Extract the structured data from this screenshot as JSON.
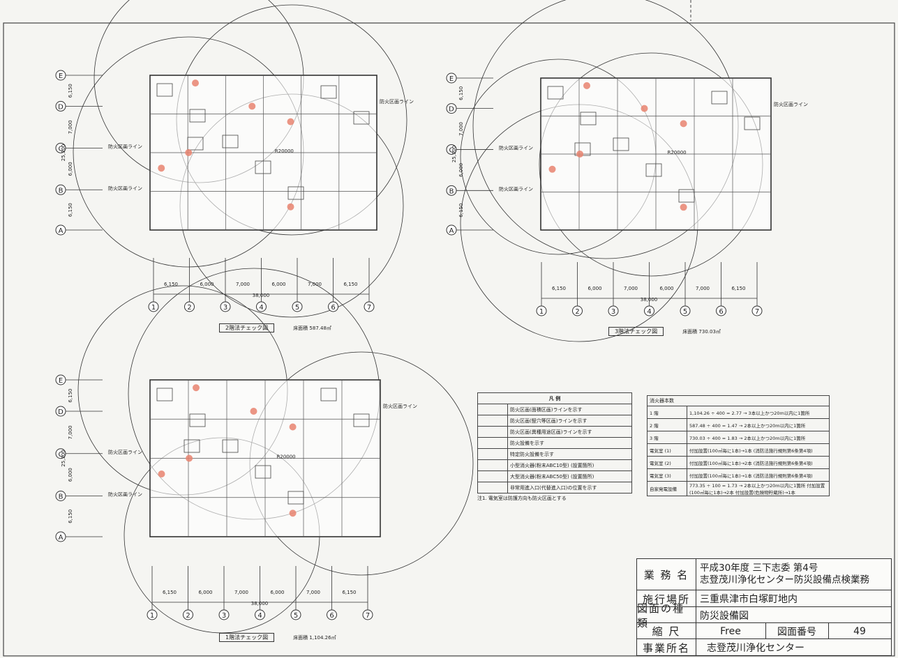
{
  "plans": [
    {
      "title": "2階法チェック図",
      "area": "床面積 587.48㎡",
      "radius": "R20000"
    },
    {
      "title": "3階法チェック図",
      "area": "床面積 730.03㎡",
      "radius": "R20000"
    },
    {
      "title": "1階法チェック図",
      "area": "床面積 1,104.26㎡",
      "radius": "R20000"
    }
  ],
  "axes": {
    "rows": [
      "E",
      "D",
      "C",
      "B",
      "A"
    ],
    "cols": [
      "1",
      "2",
      "3",
      "4",
      "5",
      "6",
      "7"
    ],
    "spans": [
      "6,150",
      "6,000",
      "7,000",
      "6,000",
      "7,000",
      "6,150"
    ],
    "total": "38,000",
    "vspans": [
      "6,150",
      "7,000",
      "6,000",
      "6,150"
    ],
    "vtotal": "25,300"
  },
  "labels": {
    "fire_line": "防火区画ライン"
  },
  "legend": {
    "title": "凡 例",
    "rows": [
      "防火区画(面積区画)ラインを示す",
      "防火区画(竪穴等区画)ラインを示す",
      "防火区画(異種用途区画)ラインを示す",
      "防火設備を示す",
      "特定防火設備を示す",
      "小型消火器(粉末ABC10型) (設置箇所)",
      "大型消火器(粉末ABC50型) (設置箇所)",
      "非常用進入口(代替進入口)の位置を示す"
    ],
    "note": "注1. 電気室は防護方向も防火区画とする"
  },
  "summary": {
    "title": "消火器本数",
    "rows": [
      [
        "1 階",
        "1,104.26 ÷ 400 = 2.77 → 3本以上かつ20m以内に1箇所"
      ],
      [
        "2 階",
        "587.48 ÷ 400 = 1.47 → 2本以上かつ20m以内に1箇所"
      ],
      [
        "3 階",
        "730.03 ÷ 400 = 1.83 → 2本以上かつ20m以内に1箇所"
      ],
      [
        "電気室 (1)",
        "付加設置(100㎡毎に1本)→1本 (消防法施行規則第6条第4項)"
      ],
      [
        "電気室 (2)",
        "付加設置(100㎡毎に1本)→2本 (消防法施行規則第6条第4項)"
      ],
      [
        "電気室 (3)",
        "付加設置(100㎡毎に1本)→1本 (消防法施行規則第6条第4項)"
      ],
      [
        "自家発電設備",
        "773.35 ÷ 100 = 1.73 → 2本以上かつ20m以内に1箇所 付加設置(100㎡毎に1本)→2本 付加設置(危険物貯蔵所)→1本"
      ]
    ]
  },
  "title_block": {
    "business_label": "業 務 名",
    "business_1": "平成30年度 三下志委 第4号",
    "business_2": "志登茂川浄化センター防災設備点検業務",
    "site_label": "施行場所",
    "site": "三重県津市白塚町地内",
    "type_label": "図面の種類",
    "type": "防災設備図",
    "scale_label": "縮 尺",
    "scale": "Free",
    "number_label": "図面番号",
    "number": "49",
    "office_label": "事業所名",
    "office": "志登茂川浄化センター"
  },
  "colors": {
    "extinguisher": "#e8826e",
    "line": "#333333",
    "paper": "#f5f5f2"
  }
}
